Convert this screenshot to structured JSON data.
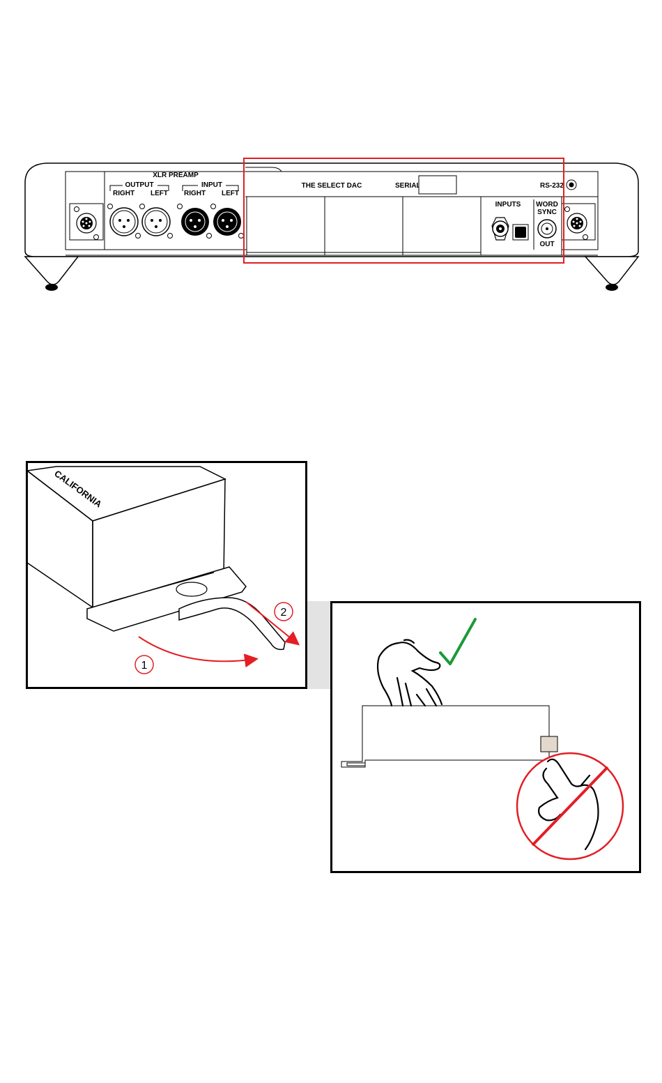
{
  "panel": {
    "xlr_preamp": "XLR PREAMP",
    "output": "OUTPUT",
    "input": "INPUT",
    "right_out": "RIGHT",
    "left_out": "LEFT",
    "right_in": "RIGHT",
    "left_in": "LEFT",
    "dac_title": "THE SELECT DAC",
    "serial": "SERIAL",
    "rs232": "RS-232",
    "inputs": "INPUTS",
    "word": "WORD",
    "sync": "SYNC",
    "out": "OUT"
  },
  "figure1": {
    "brand": "CALIFORNIA",
    "step1": "1",
    "step2": "2"
  },
  "colors": {
    "highlight": "#e31e24",
    "check": "#1a9a3a",
    "prohibit": "#e31e24",
    "arrow": "#e31e24"
  }
}
